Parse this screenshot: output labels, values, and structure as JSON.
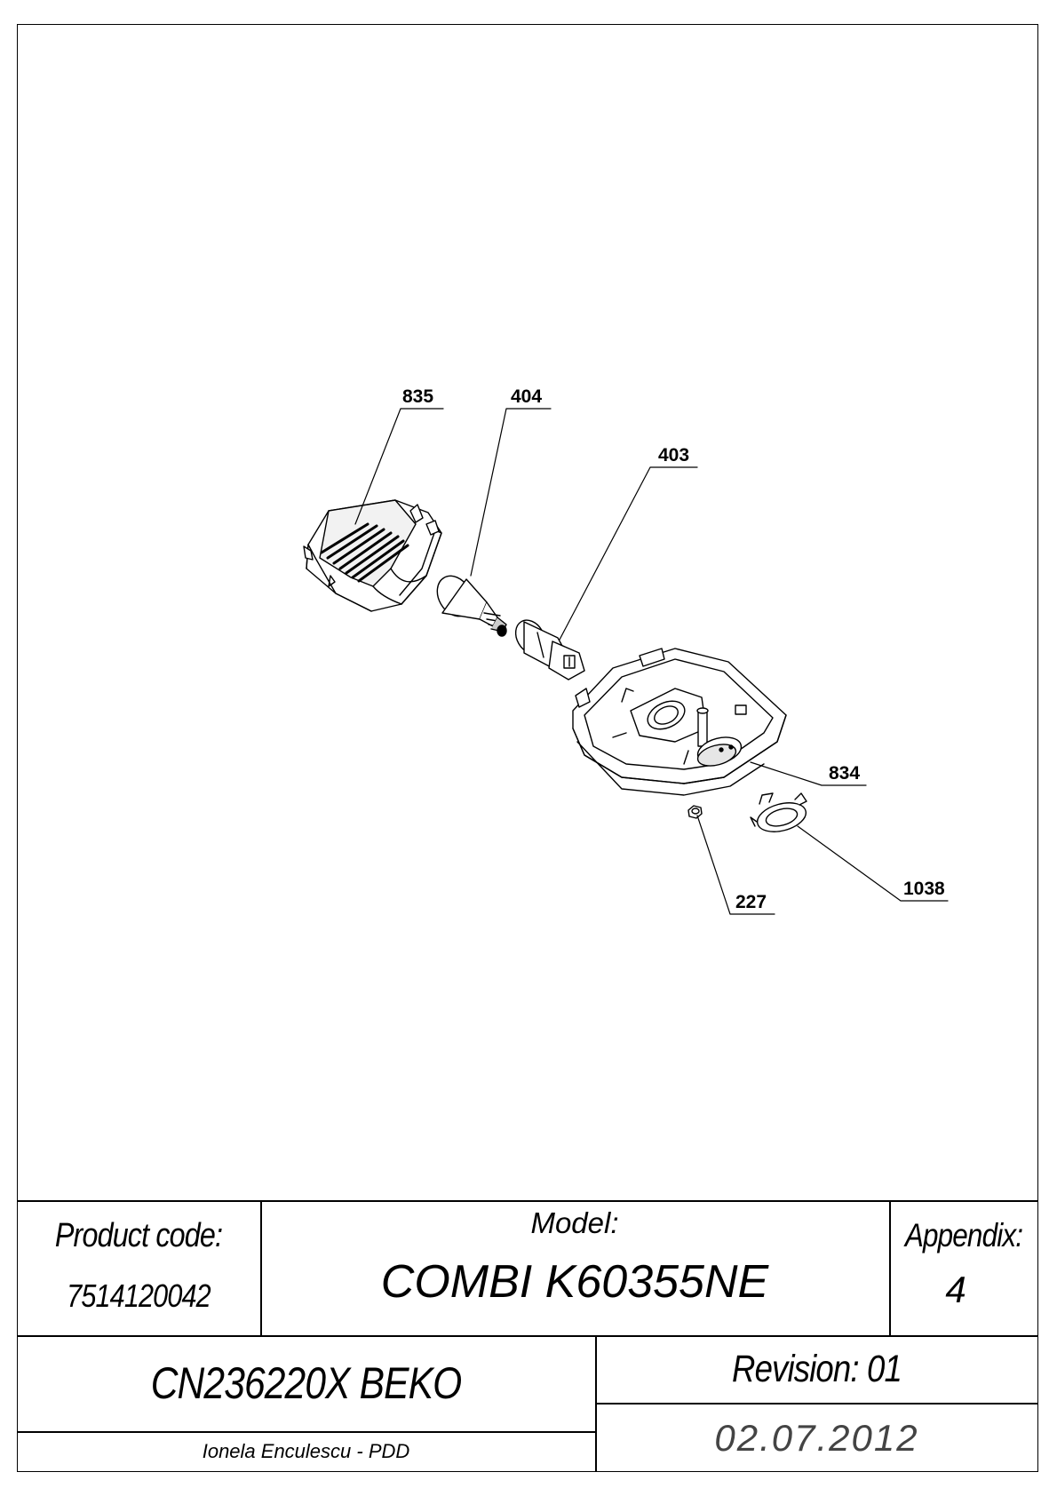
{
  "callouts": {
    "p835": "835",
    "p404": "404",
    "p403": "403",
    "p834": "834",
    "p227": "227",
    "p1038": "1038"
  },
  "title_block": {
    "product_code_label": "Product code:",
    "product_code_value": "7514120042",
    "model_label": "Model:",
    "model_value": "COMBI K60355NE",
    "appendix_label": "Appendix:",
    "appendix_value": "4",
    "part_name": "CN236220X BEKO",
    "revision": "Revision: 01",
    "author": "Ionela Enculescu - PDD",
    "date": "02.07.2012"
  }
}
